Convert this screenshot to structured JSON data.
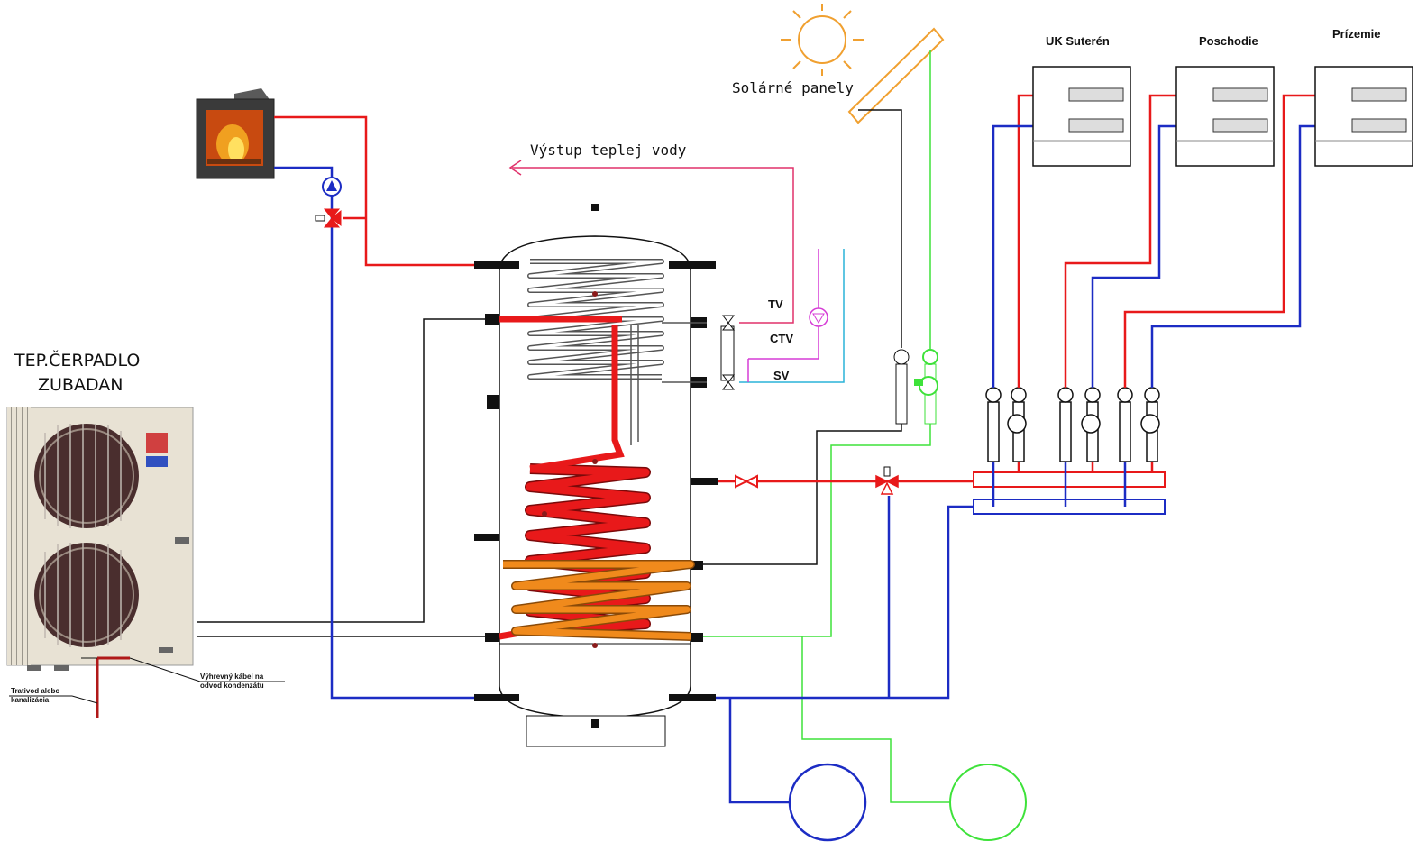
{
  "labels": {
    "heat_pump": [
      "TEP.ČERPADLO",
      "ZUBADAN"
    ],
    "solar_panels": "Solárné panely",
    "hot_water_out": "Výstup teplej vody",
    "tv": "TV",
    "ctv": "CTV",
    "sv": "SV",
    "circuit_1": "UK Suterén",
    "circuit_2": "Poschodie",
    "circuit_3": "Prízemie",
    "heating_cable": [
      "Výhrevný kábel  na",
      "odvod kondenzátu"
    ],
    "drain": [
      "Trativod alebo",
      "kanalizácia"
    ]
  },
  "colors": {
    "supply": "#e8191a",
    "return": "#1c2cc4",
    "solar": "#3ee23a",
    "hot_water": "#e0306a",
    "circulation": "#d63cd6",
    "cold_water": "#2ab4d8",
    "sun": "#f0a030",
    "coil_hot": "#e8191a",
    "coil_solar": "#f08a1c"
  },
  "icons": {
    "fireplace": "fireplace-icon",
    "heat_pump": "heat-pump-unit-icon",
    "sun": "sun-icon",
    "solar_panel": "solar-panel-icon",
    "tank": "storage-tank-icon",
    "pump": "circulation-pump-icon",
    "valve": "three-way-valve-icon",
    "manifold": "floor-heating-manifold-icon",
    "expansion_vessel": "expansion-vessel-icon"
  }
}
